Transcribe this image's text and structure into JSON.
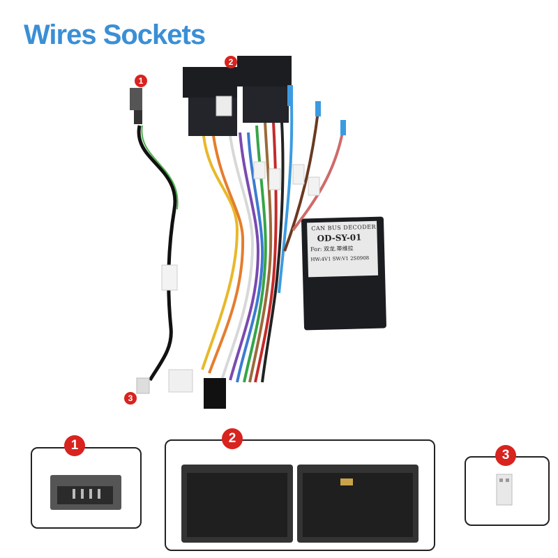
{
  "title": "Wires Sockets",
  "callouts": {
    "c1": "1",
    "c2": "2",
    "c3": "3"
  },
  "decoder": {
    "line1": "CAN BUS DECODER",
    "line2": "OD-SY-01",
    "line3": "For: 双龙.蒂维拉",
    "line4": "HW:4V1  SW:V1  2S0908"
  },
  "colors": {
    "title_blue": "#3a8fd6",
    "badge_red": "#d8231f",
    "connector_black": "#1c1d21"
  }
}
